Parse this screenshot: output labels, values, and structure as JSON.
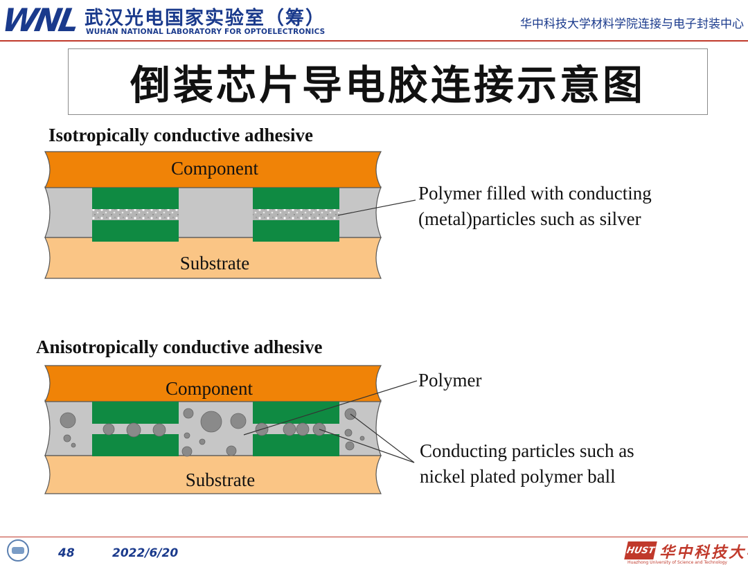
{
  "header": {
    "logo_text": "WNL",
    "lab_name_cn": "武汉光电国家实验室（筹）",
    "lab_name_en": "WUHAN NATIONAL LABORATORY FOR OPTOELECTRONICS",
    "organization": "华中科技大学材料学院连接与电子封装中心"
  },
  "slide_title": "倒装芯片导电胶连接示意图",
  "diagram": {
    "colors": {
      "component": "#f08307",
      "substrate": "#fac585",
      "pad": "#0f8a42",
      "polymer": "#c6c6c6",
      "particle": "#8a8a8a",
      "outline": "#555555"
    },
    "isotropic": {
      "heading": "Isotropically conductive adhesive",
      "component_label": "Component",
      "substrate_label": "Substrate",
      "callout_line1": "Polymer filled with conducting",
      "callout_line2": "(metal)particles such as silver"
    },
    "anisotropic": {
      "heading": "Anisotropically conductive adhesive",
      "component_label": "Component",
      "substrate_label": "Substrate",
      "polymer_label": "Polymer",
      "particles_line1": "Conducting particles such as",
      "particles_line2": "nickel plated polymer ball"
    }
  },
  "footer": {
    "page_number": "48",
    "date": "2022/6/20",
    "university_logo_text": "HUST",
    "university_name_cn": "华中科技大学",
    "university_name_en": "Huazhong University of Science and Technology"
  }
}
